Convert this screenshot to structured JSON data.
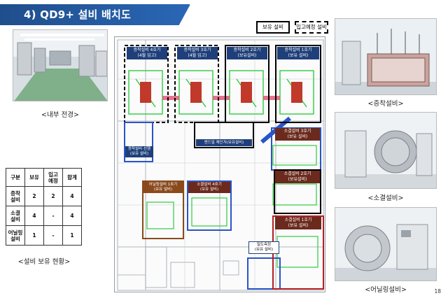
{
  "header": {
    "title": "4) QD9+ 설비 배치도"
  },
  "legend": {
    "owned": "보유 설비",
    "planned": "입고예정 설비"
  },
  "left_photo": {
    "caption": "<내부 전경>"
  },
  "table": {
    "caption": "<설비 보유 현황>",
    "headers": [
      "구분",
      "보유",
      "입고\n예정",
      "합계"
    ],
    "rows": [
      [
        "증착\n설비",
        "2",
        "2",
        "4"
      ],
      [
        "소결\n설비",
        "4",
        "-",
        "4"
      ],
      [
        "어닐링\n설비",
        "1",
        "-",
        "1"
      ]
    ]
  },
  "plan": {
    "labels": {
      "dep4": "증착설비 4호기\n(4월 입고)",
      "dep3": "증착설비 3호기\n(4월 입고)",
      "dep2": "증착설비 2호기\n(보유설비)",
      "dep1": "증착설비 1호기\n(보유 설비)",
      "dep_line": "증착설비 선행\n(보유 설비)",
      "endmill": "엔드밀 체인저(보유설비)",
      "sin3": "소결설비 3호기\n(보유 설비)",
      "sin2": "소결설비 2호기\n(보유설비)",
      "anneal1": "어닐링설비 1호기\n(보유 설비)",
      "sin4": "소결설비 4호기\n(보유 설비)",
      "sin1": "소결설비 1호기\n(보유 설비)",
      "density": "밀도측정\n(보유 설비)"
    }
  },
  "right_photos": [
    {
      "caption": "<증착설비>"
    },
    {
      "caption": "<소결설비>"
    },
    {
      "caption": "<어닐링설비>"
    }
  ],
  "page_number": "18",
  "colors": {
    "title_bg": "#1f4e8c",
    "green_equipment": "#2ecc40",
    "label_blue": "#1f3f7a",
    "label_brown": "#6b2a1d",
    "anneal_brown": "#8a4a1c",
    "sinter_red": "#b01f24"
  }
}
